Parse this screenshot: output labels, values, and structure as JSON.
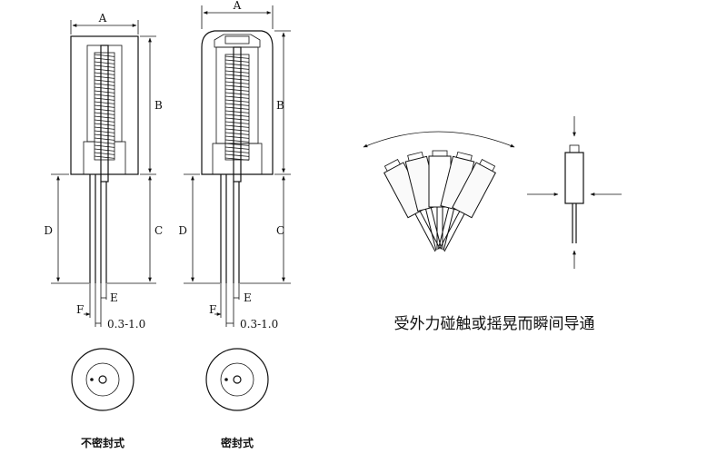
{
  "dimensions": {
    "left": {
      "a": "A",
      "b": "B",
      "c": "C",
      "d": "D",
      "e": "E",
      "f": "F",
      "range": "0.3-1.0"
    },
    "right": {
      "a": "A",
      "b": "B",
      "c": "C",
      "d": "D",
      "e": "E",
      "f": "F",
      "range": "0.3-1.0"
    }
  },
  "captions": {
    "unsealed": "不密封式",
    "sealed": "密封式",
    "description": "受外力碰触或摇晃而瞬间导通"
  }
}
